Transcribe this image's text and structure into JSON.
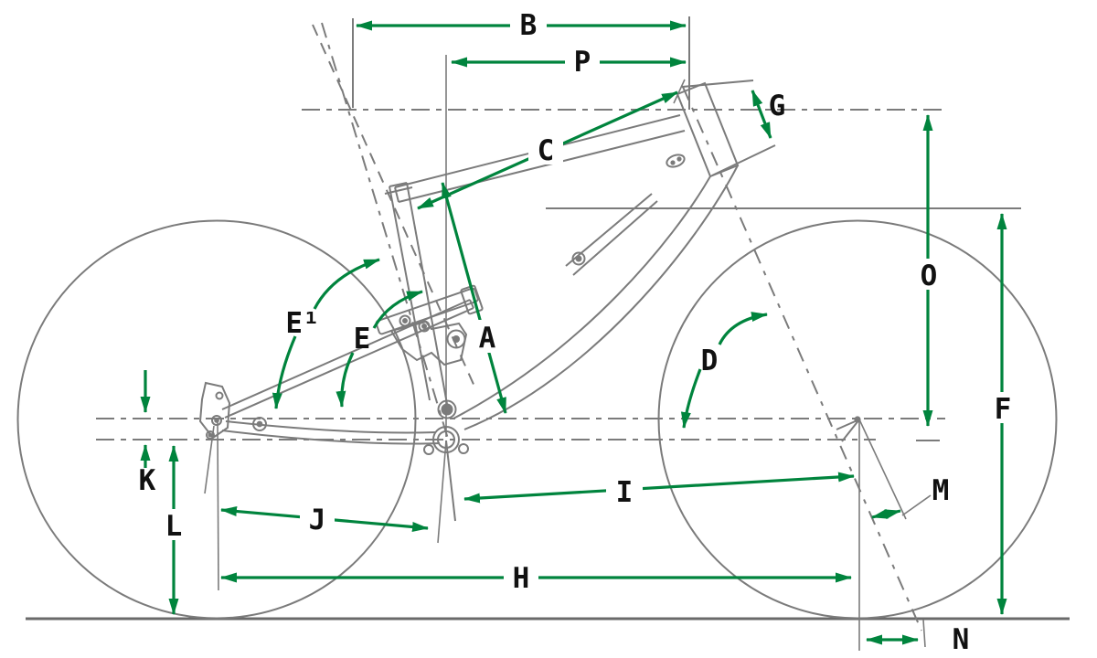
{
  "diagram": {
    "type": "bicycle-geometry-diagram",
    "colors": {
      "dimension_green": "#00843D",
      "line_gray": "#7b7b7b",
      "ground_gray": "#6a6a6a",
      "label_black": "#111111",
      "background": "#ffffff"
    },
    "labels": {
      "A": "A",
      "B": "B",
      "C": "C",
      "D": "D",
      "E": "E",
      "E1": "E¹",
      "F": "F",
      "G": "G",
      "H": "H",
      "I": "I",
      "J": "J",
      "K": "K",
      "L": "L",
      "M": "M",
      "N": "N",
      "O": "O",
      "P": "P"
    }
  }
}
